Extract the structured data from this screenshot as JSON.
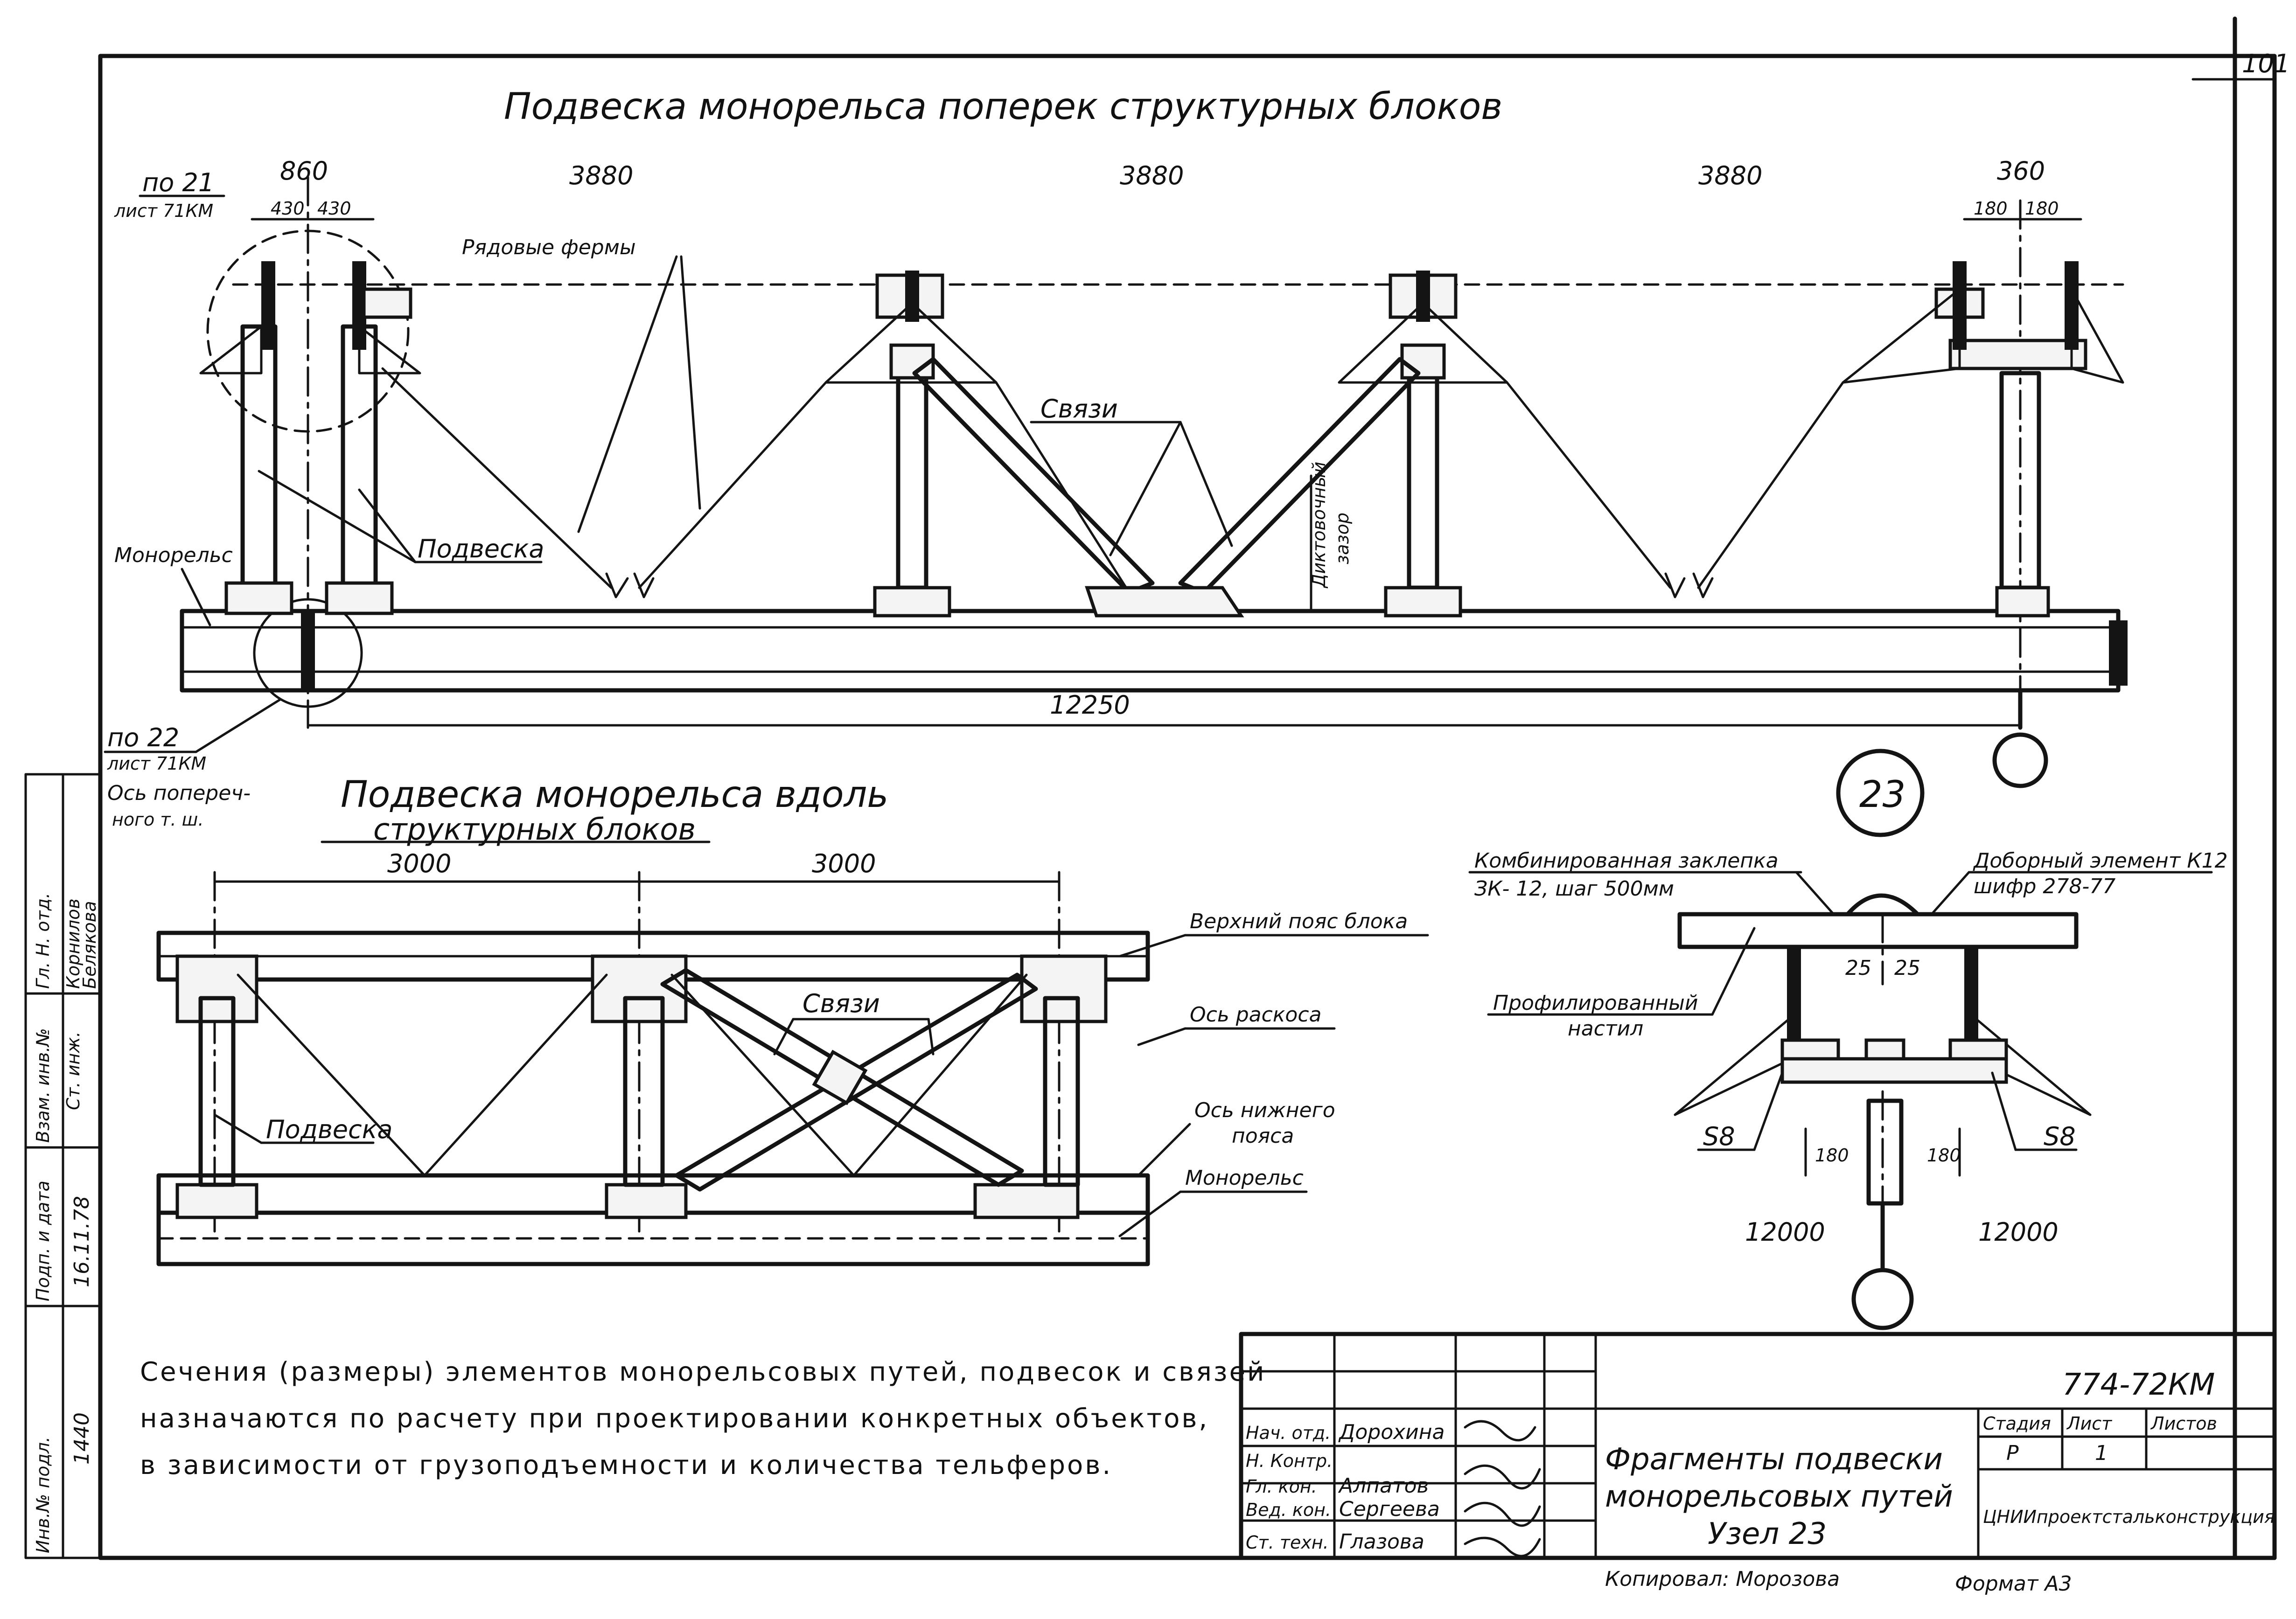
{
  "sheet": {
    "number": "101",
    "title_top": "Подвеска монорельса поперек структурных блоков",
    "title_bottom_line1": "Подвеска монорельса вдоль",
    "title_bottom_line2": "структурных блоков",
    "node_number": "23"
  },
  "top_view": {
    "dim_860": "860",
    "dim_430a": "430",
    "dim_430b": "430",
    "dim_3880_1": "3880",
    "dim_3880_2": "3880",
    "dim_3880_3": "3880",
    "dim_360": "360",
    "dim_180a": "180",
    "dim_180b": "180",
    "dim_total": "12250",
    "ref21_line1": "по 21",
    "ref21_line2": "лист 71КМ",
    "ref22_line1": "по 22",
    "ref22_line2": "лист 71КМ",
    "axis_label_line1": "Ось попереч-",
    "axis_label_line2": "ного т. ш.",
    "label_trusses": "Рядовые фермы",
    "label_bracing": "Связи",
    "label_hanger": "Подвеска",
    "label_monorail": "Монорельс",
    "label_gap_line1": "Диктовочный",
    "label_gap_line2": "зазор"
  },
  "bottom_view": {
    "dim_3000a": "3000",
    "dim_3000b": "3000",
    "label_top_chord": "Верхний пояс блока",
    "label_diag_axis": "Ось раскоса",
    "label_bottom_axis_line1": "Ось нижнего",
    "label_bottom_axis_line2": "пояса",
    "label_monorail": "Монорельс",
    "label_bracing": "Связи",
    "label_hanger": "Подвеска"
  },
  "node_detail": {
    "rivet_line1": "Комбинированная заклепка",
    "rivet_line2": "ЗК- 12, шаг 500мм",
    "extra_line1": "Доборный элемент К12",
    "extra_line2": "шифр 278-77",
    "deck_line1": "Профилированный",
    "deck_line2": "настил",
    "dim_25a": "25",
    "dim_25b": "25",
    "s8_left": "S8",
    "s8_right": "S8",
    "dim_180a": "180",
    "dim_180b": "180",
    "dim_12000a": "12000",
    "dim_12000b": "12000"
  },
  "note": {
    "line1": "Сечения (размеры) элементов монорельсовых путей, подвесок и связей",
    "line2": "назначаются по расчету при проектировании конкретных объектов,",
    "line3": "в зависимости от грузоподъемности и количества тельферов."
  },
  "title_block": {
    "doc_code": "774-72КМ",
    "rows": [
      {
        "role": "Нач. отд.",
        "name": "Дорохина"
      },
      {
        "role": "Н. Контр.",
        "name": ""
      },
      {
        "role": "Гл. кон.",
        "name": "Алпатов"
      },
      {
        "role": "Вед. кон.",
        "name": "Сергеева"
      },
      {
        "role": "Ст. техн.",
        "name": "Глазова"
      }
    ],
    "title_line1": "Фрагменты подвески",
    "title_line2": "монорельсовых путей",
    "title_line3": "Узел 23",
    "stage_label": "Стадия",
    "sheet_label": "Лист",
    "sheets_label": "Листов",
    "stage_value": "Р",
    "sheet_value": "1",
    "org": "ЦНИИпроектстальконструкция",
    "copied_by": "Копировал: Морозова",
    "format": "Формат А3"
  },
  "side_stamp": {
    "col1": "Инв.№ подл.",
    "col1_val": "1440",
    "col2": "Подп. и дата",
    "col2_val": "16.11.78",
    "col3": "Взам. инв.№",
    "col4_line1": "Гл. Н. отд.",
    "col4_line2": "Ст. инж.",
    "col4_val1": "Корнилов",
    "col4_val2": "Белякова"
  }
}
